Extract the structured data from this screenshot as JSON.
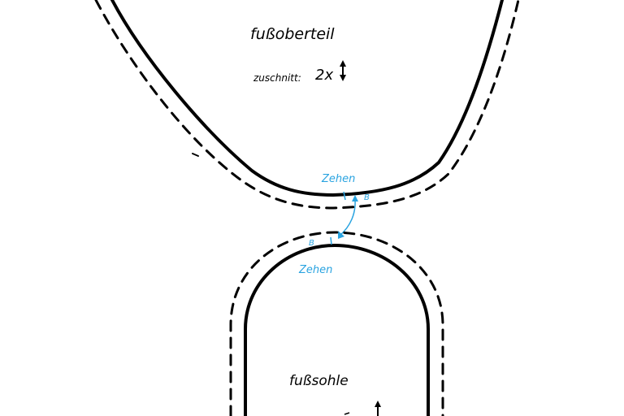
{
  "upper_piece": {
    "title": "fußoberteil",
    "cut_label": "zuschnitt:",
    "cut_count": "2x",
    "toe_label": "Zehen",
    "mark": "B"
  },
  "sole_piece": {
    "title": "fußsohle",
    "toe_label": "Zehen",
    "mark": "B"
  },
  "colors": {
    "outline": "#000000",
    "annotation": "#29a3e0"
  }
}
